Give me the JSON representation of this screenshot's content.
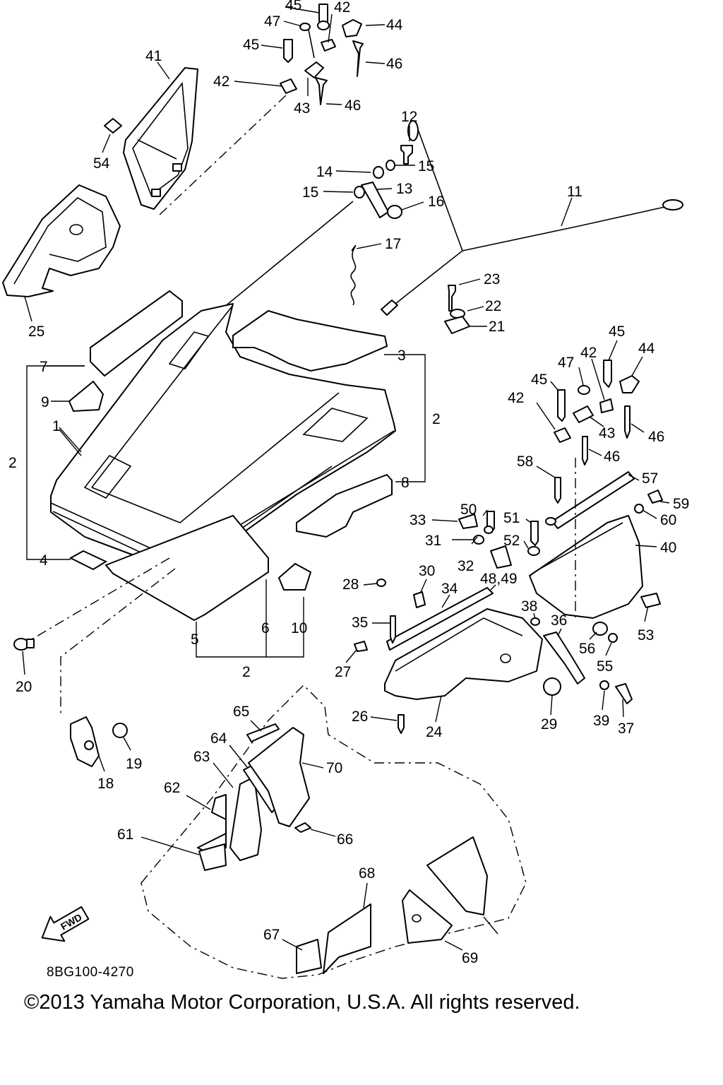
{
  "labels": [
    "1",
    "2",
    "3",
    "4",
    "5",
    "6",
    "7",
    "8",
    "9",
    "10",
    "11",
    "12",
    "13",
    "14",
    "15",
    "16",
    "17",
    "18",
    "19",
    "20",
    "21",
    "22",
    "23",
    "24",
    "25",
    "26",
    "27",
    "28",
    "29",
    "30",
    "31",
    "32",
    "33",
    "34",
    "35",
    "36",
    "37",
    "38",
    "39",
    "40",
    "41",
    "42",
    "43",
    "44",
    "45",
    "46",
    "47",
    "48,49",
    "50",
    "51",
    "52",
    "53",
    "54",
    "55",
    "56",
    "57",
    "58",
    "59",
    "60",
    "61",
    "62",
    "63",
    "64",
    "65",
    "66",
    "67",
    "68",
    "69",
    "70"
  ],
  "group_label": "2",
  "repeated": {
    "l15": "15",
    "l42": "42",
    "l45": "45",
    "l46": "46",
    "l50": "50"
  },
  "arrow_text": "FWD",
  "diagram_code": "8BG100-4270",
  "copyright": "©2013 Yamaha Motor Corporation, U.S.A. All rights reserved."
}
